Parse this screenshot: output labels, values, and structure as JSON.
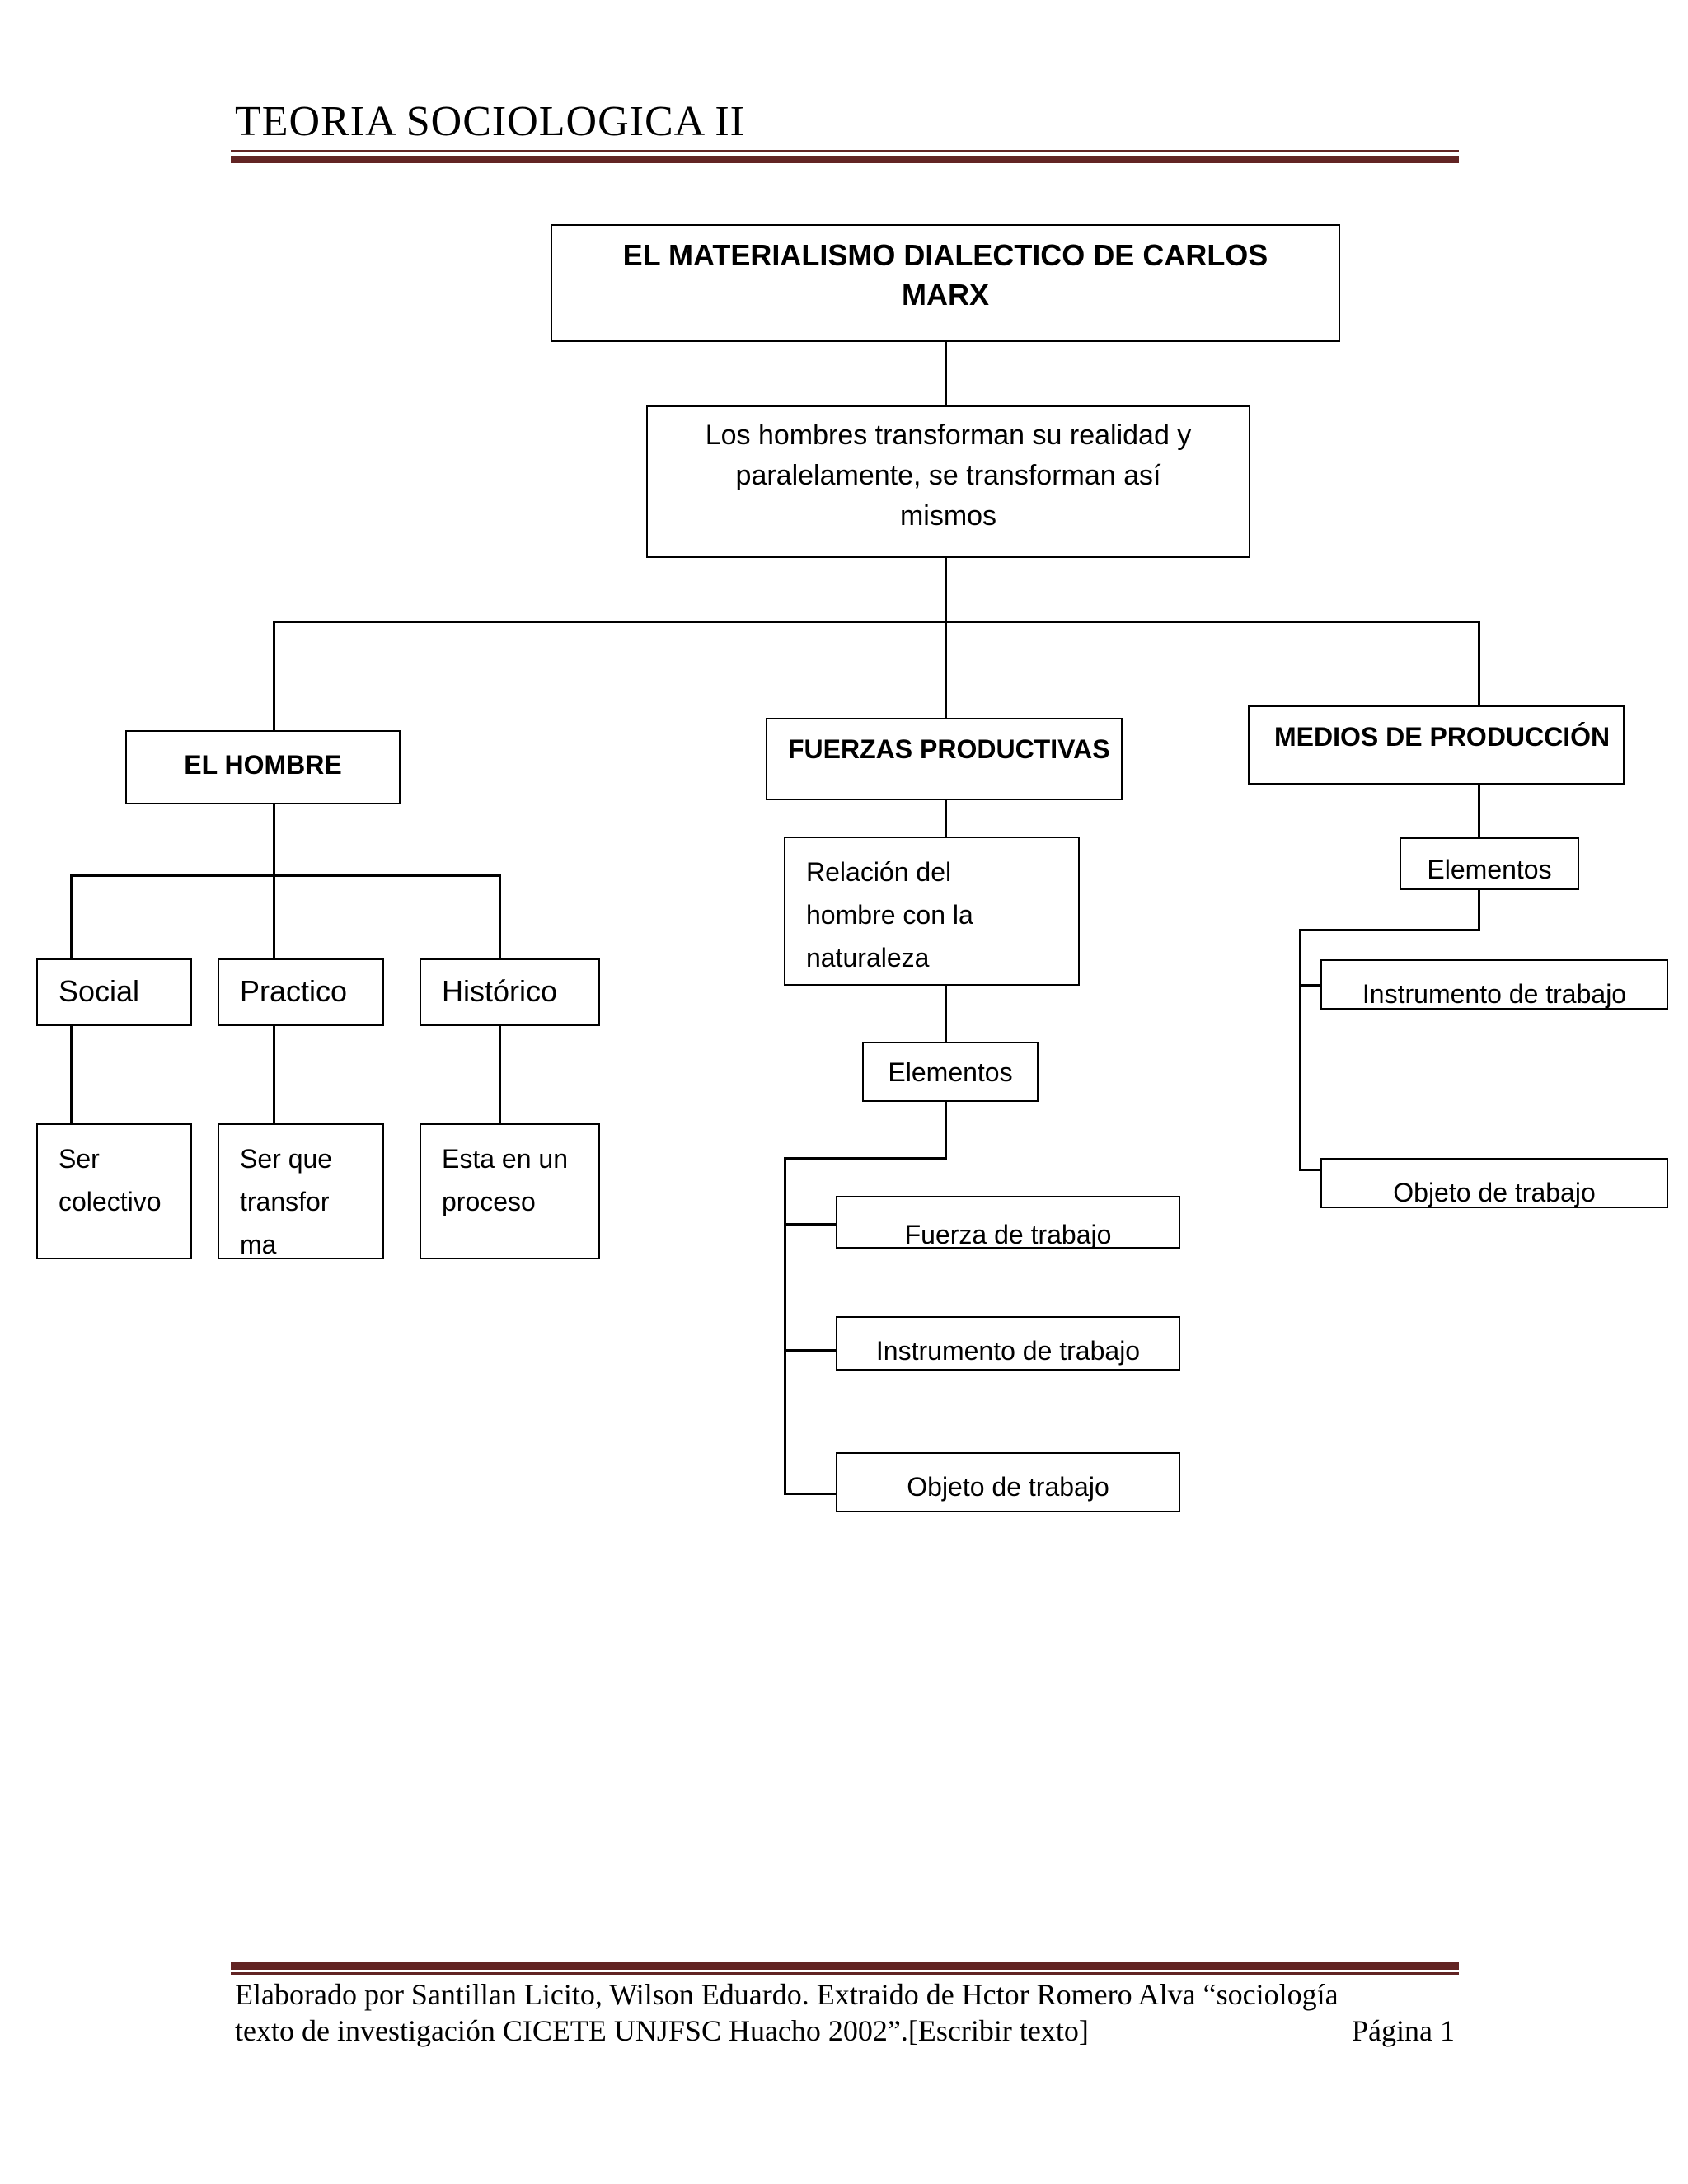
{
  "header": {
    "title": "TEORIA SOCIOLOGICA II"
  },
  "diagram": {
    "root": {
      "line1": "EL MATERIALISMO DIALECTICO DE CARLOS",
      "line2": "MARX"
    },
    "premise": {
      "line1": "Los hombres transforman su realidad y",
      "line2": "paralelamente, se transforman así",
      "line3": "mismos"
    },
    "el_hombre": {
      "title": "EL HOMBRE",
      "aspects": [
        {
          "label": "Social",
          "desc1": "Ser",
          "desc2": "colectivo",
          "desc3": ""
        },
        {
          "label": "Practico",
          "desc1": "Ser que",
          "desc2": "transfor",
          "desc3": "ma"
        },
        {
          "label": "Histórico",
          "desc1": "Esta en un",
          "desc2": "proceso",
          "desc3": ""
        }
      ]
    },
    "fuerzas": {
      "title": "FUERZAS PRODUCTIVAS",
      "relation1": "Relación del",
      "relation2": "hombre con la",
      "relation3": "naturaleza",
      "elements_label": "Elementos",
      "items": [
        "Fuerza de trabajo",
        "Instrumento de trabajo",
        "Objeto de trabajo"
      ]
    },
    "medios": {
      "title": "MEDIOS DE PRODUCCIÓN",
      "elements_label": "Elementos",
      "items": [
        "Instrumento de trabajo",
        "Objeto de trabajo"
      ]
    }
  },
  "footer": {
    "line1": "Elaborado por Santillan Licito, Wilson Eduardo. Extraido de Hctor Romero Alva “sociología",
    "line2": "texto de investigación CICETE UNJFSC Huacho 2002”.[Escribir texto]",
    "page": "Página 1"
  }
}
